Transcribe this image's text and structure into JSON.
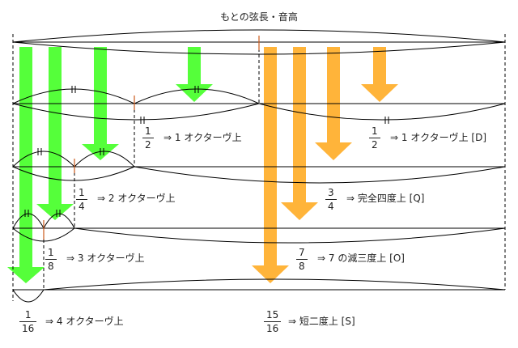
{
  "title": "もとの弦長・音高",
  "colors": {
    "green": "#55ff3a",
    "orange": "#ffb43a",
    "line": "#000000",
    "tick": "#cc5a1a"
  },
  "items": [
    {
      "num": "1",
      "den": "2",
      "text": "⇒ 1 オクターヴ上"
    },
    {
      "num": "1",
      "den": "4",
      "text": "⇒ 2 オクターヴ上"
    },
    {
      "num": "1",
      "den": "8",
      "text": "⇒ 3 オクターヴ上"
    },
    {
      "num": "1",
      "den": "16",
      "text": "⇒ 4 オクターヴ上"
    },
    {
      "num": "1",
      "den": "2",
      "text": "⇒ 1 オクターヴ上 [D]"
    },
    {
      "num": "3",
      "den": "4",
      "text": "⇒ 完全四度上 [Q]"
    },
    {
      "num": "7",
      "den": "8",
      "text": "⇒ 7 の減三度上 [O]"
    },
    {
      "num": "15",
      "den": "16",
      "text": "⇒ 短二度上 [S]"
    }
  ]
}
